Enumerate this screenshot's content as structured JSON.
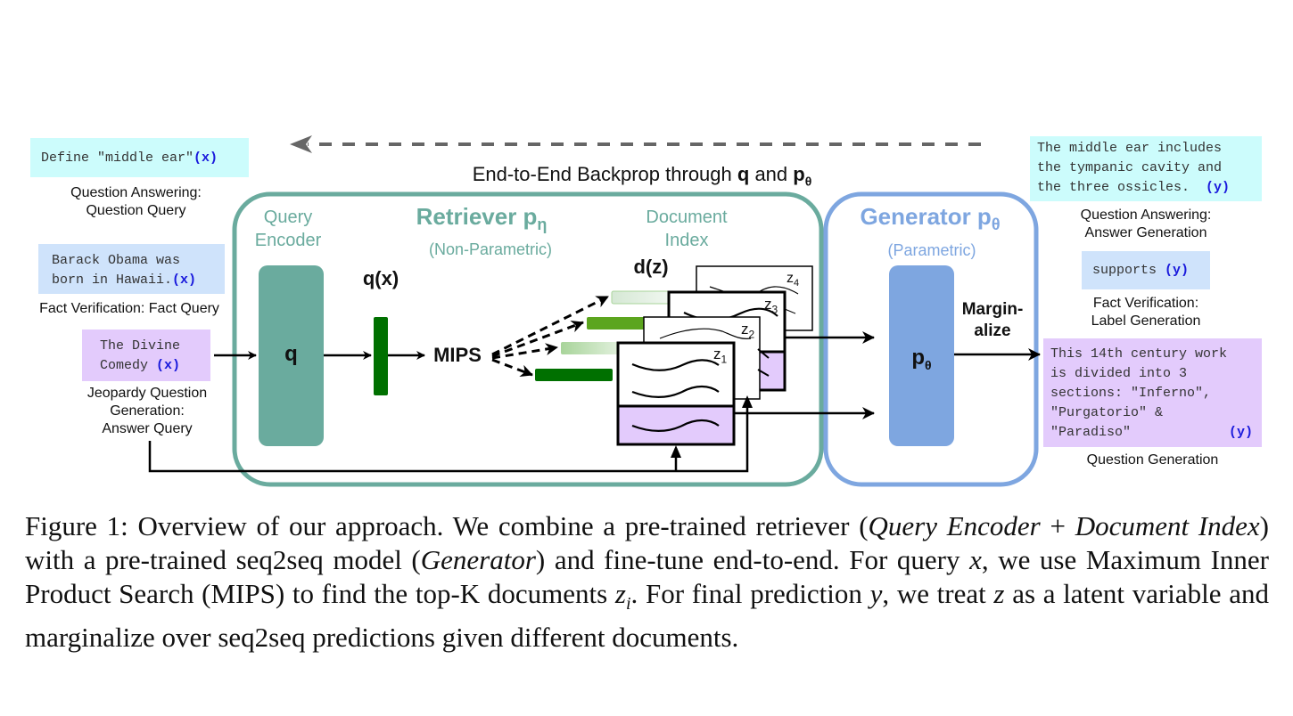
{
  "figure": {
    "backprop_label_prefix": "End-to-End Backprop through ",
    "backprop_q": "q",
    "backprop_and": " and ",
    "backprop_p": "p",
    "backprop_theta": "θ",
    "retriever": {
      "title": "Retriever p",
      "subscript": "η",
      "subtitle": "(Non-Parametric)",
      "query_encoder_line1": "Query",
      "query_encoder_line2": "Encoder",
      "encoder_symbol": "q",
      "qx_label": "q(x)",
      "mips_label": "MIPS",
      "document_index_line1": "Document",
      "document_index_line2": "Index",
      "dz_label": "d(z)",
      "documents": [
        {
          "label": "z",
          "sub": "1"
        },
        {
          "label": "z",
          "sub": "2"
        },
        {
          "label": "z",
          "sub": "3"
        },
        {
          "label": "z",
          "sub": "4"
        }
      ]
    },
    "generator": {
      "title": "Generator p",
      "subscript": "θ",
      "subtitle": "(Parametric)",
      "symbol": "p",
      "symbol_sub": "θ",
      "marginalize_line1": "Margin-",
      "marginalize_line2": "alize"
    },
    "inputs": [
      {
        "lines": [
          "Define \"middle ear\""
        ],
        "var": "(x)",
        "task_lines": [
          "Question Answering:",
          "Question Query"
        ],
        "color": "#ccfcfc"
      },
      {
        "lines": [
          "Barack Obama was",
          "born in Hawaii."
        ],
        "var": "(x)",
        "task_lines": [
          "Fact Verification: Fact Query"
        ],
        "color": "#cfe3fb"
      },
      {
        "lines": [
          "The Divine",
          "Comedy"
        ],
        "var": "(x)",
        "task_lines": [
          "Jeopardy Question",
          "Generation:",
          "Answer Query"
        ],
        "color": "#e3cbfc"
      }
    ],
    "outputs": [
      {
        "lines": [
          "The middle ear includes",
          "the tympanic cavity and",
          "the three ossicles."
        ],
        "var": "(y)",
        "task_lines": [
          "Question Answering:",
          "Answer Generation"
        ],
        "color": "#ccfcfc"
      },
      {
        "lines": [
          "supports"
        ],
        "var": "(y)",
        "task_lines": [
          "Fact Verification:",
          "Label Generation"
        ],
        "color": "#cfe3fb"
      },
      {
        "lines": [
          "This 14th century work",
          "is divided into 3",
          "sections: \"Inferno\",",
          "\"Purgatorio\" &",
          "\"Paradiso\""
        ],
        "var": "(y)",
        "task_lines": [
          "Question Generation"
        ],
        "color": "#e3cbfc"
      }
    ],
    "colors": {
      "retriever": "#6aab9e",
      "generator": "#7ea6e0",
      "dark_green": "#007000",
      "mid_green": "#5ca51e",
      "light_green": "#d5e8d4",
      "doc_purple": "#e3cbfc",
      "backprop_arrow": "#666666"
    }
  },
  "caption": {
    "p1": "Figure 1: Overview of our approach. We combine a pre-trained retriever (",
    "i1": "Query Encoder",
    "p2": " + ",
    "i2": "Document Index",
    "p3": ") with a pre-trained seq2seq model (",
    "i3": "Generator",
    "p4": ") and fine-tune end-to-end. For query ",
    "m1": "x",
    "p5": ", we use Maximum Inner Product Search (MIPS) to find the top-K documents ",
    "m2": "z",
    "m2sub": "i",
    "p6": ". For final prediction ",
    "m3": "y",
    "p7": ", we treat ",
    "m4": "z",
    "p8": " as a latent variable and marginalize over seq2seq predictions given different documents."
  }
}
